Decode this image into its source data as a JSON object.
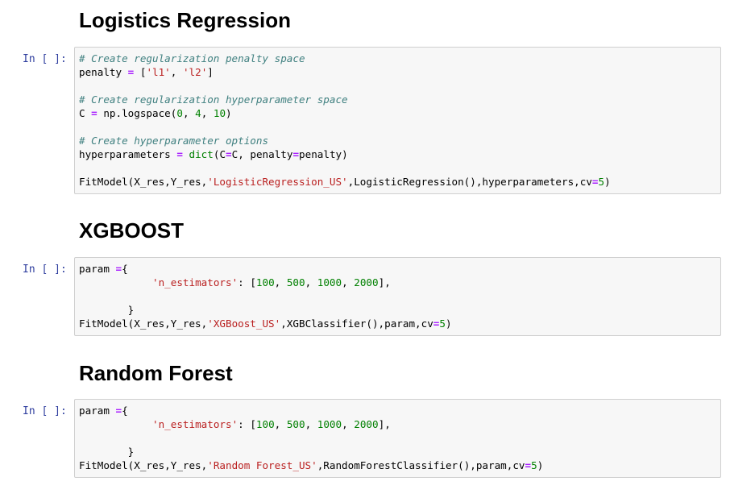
{
  "sections": [
    {
      "heading": "Logistics Regression",
      "prompt": "In [ ]:",
      "lines": [
        [
          {
            "t": "comment",
            "v": "# Create regularization penalty space"
          }
        ],
        [
          {
            "t": "name",
            "v": "penalty "
          },
          {
            "t": "op",
            "v": "="
          },
          {
            "t": "punct",
            "v": " ["
          },
          {
            "t": "str",
            "v": "'l1'"
          },
          {
            "t": "punct",
            "v": ", "
          },
          {
            "t": "str",
            "v": "'l2'"
          },
          {
            "t": "punct",
            "v": "]"
          }
        ],
        [],
        [
          {
            "t": "comment",
            "v": "# Create regularization hyperparameter space"
          }
        ],
        [
          {
            "t": "name",
            "v": "C "
          },
          {
            "t": "op",
            "v": "="
          },
          {
            "t": "name",
            "v": " np.logspace("
          },
          {
            "t": "num",
            "v": "0"
          },
          {
            "t": "punct",
            "v": ", "
          },
          {
            "t": "num",
            "v": "4"
          },
          {
            "t": "punct",
            "v": ", "
          },
          {
            "t": "num",
            "v": "10"
          },
          {
            "t": "punct",
            "v": ")"
          }
        ],
        [],
        [
          {
            "t": "comment",
            "v": "# Create hyperparameter options"
          }
        ],
        [
          {
            "t": "name",
            "v": "hyperparameters "
          },
          {
            "t": "op",
            "v": "="
          },
          {
            "t": "punct",
            "v": " "
          },
          {
            "t": "builtin",
            "v": "dict"
          },
          {
            "t": "punct",
            "v": "(C"
          },
          {
            "t": "op",
            "v": "="
          },
          {
            "t": "name",
            "v": "C, penalty"
          },
          {
            "t": "op",
            "v": "="
          },
          {
            "t": "name",
            "v": "penalty)"
          }
        ],
        [],
        [
          {
            "t": "name",
            "v": "FitModel(X_res,Y_res,"
          },
          {
            "t": "str",
            "v": "'LogisticRegression_US'"
          },
          {
            "t": "name",
            "v": ",LogisticRegression(),hyperparameters,cv"
          },
          {
            "t": "op",
            "v": "="
          },
          {
            "t": "num",
            "v": "5"
          },
          {
            "t": "punct",
            "v": ")"
          }
        ]
      ]
    },
    {
      "heading": "XGBOOST",
      "prompt": "In [ ]:",
      "lines": [
        [
          {
            "t": "name",
            "v": "param "
          },
          {
            "t": "op",
            "v": "="
          },
          {
            "t": "punct",
            "v": "{"
          }
        ],
        [
          {
            "t": "punct",
            "v": "            "
          },
          {
            "t": "str",
            "v": "'n_estimators'"
          },
          {
            "t": "punct",
            "v": ": ["
          },
          {
            "t": "num",
            "v": "100"
          },
          {
            "t": "punct",
            "v": ", "
          },
          {
            "t": "num",
            "v": "500"
          },
          {
            "t": "punct",
            "v": ", "
          },
          {
            "t": "num",
            "v": "1000"
          },
          {
            "t": "punct",
            "v": ", "
          },
          {
            "t": "num",
            "v": "2000"
          },
          {
            "t": "punct",
            "v": "],"
          }
        ],
        [],
        [
          {
            "t": "punct",
            "v": "        }"
          }
        ],
        [
          {
            "t": "name",
            "v": "FitModel(X_res,Y_res,"
          },
          {
            "t": "str",
            "v": "'XGBoost_US'"
          },
          {
            "t": "name",
            "v": ",XGBClassifier(),param,cv"
          },
          {
            "t": "op",
            "v": "="
          },
          {
            "t": "num",
            "v": "5"
          },
          {
            "t": "punct",
            "v": ")"
          }
        ]
      ]
    },
    {
      "heading": "Random Forest",
      "prompt": "In [ ]:",
      "lines": [
        [
          {
            "t": "name",
            "v": "param "
          },
          {
            "t": "op",
            "v": "="
          },
          {
            "t": "punct",
            "v": "{"
          }
        ],
        [
          {
            "t": "punct",
            "v": "            "
          },
          {
            "t": "str",
            "v": "'n_estimators'"
          },
          {
            "t": "punct",
            "v": ": ["
          },
          {
            "t": "num",
            "v": "100"
          },
          {
            "t": "punct",
            "v": ", "
          },
          {
            "t": "num",
            "v": "500"
          },
          {
            "t": "punct",
            "v": ", "
          },
          {
            "t": "num",
            "v": "1000"
          },
          {
            "t": "punct",
            "v": ", "
          },
          {
            "t": "num",
            "v": "2000"
          },
          {
            "t": "punct",
            "v": "],"
          }
        ],
        [],
        [
          {
            "t": "punct",
            "v": "        }"
          }
        ],
        [
          {
            "t": "name",
            "v": "FitModel(X_res,Y_res,"
          },
          {
            "t": "str",
            "v": "'Random Forest_US'"
          },
          {
            "t": "name",
            "v": ",RandomForestClassifier(),param,cv"
          },
          {
            "t": "op",
            "v": "="
          },
          {
            "t": "num",
            "v": "5"
          },
          {
            "t": "punct",
            "v": ")"
          }
        ]
      ]
    }
  ]
}
